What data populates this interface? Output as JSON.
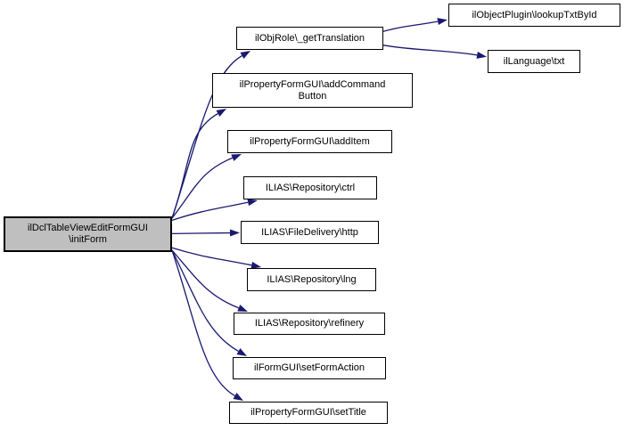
{
  "diagram": {
    "kind": "call-graph",
    "colors": {
      "edge": "#191970",
      "node_fill": "#ffffff",
      "focus_fill": "#bfbfbf",
      "border": "#000000",
      "text": "#000000",
      "background": "#ffffff"
    },
    "nodes": [
      {
        "id": "initForm",
        "lines": [
          "ilDclTableViewEditFormGUI",
          "\\initForm"
        ],
        "focus": true
      },
      {
        "id": "getTranslation",
        "lines": [
          "ilObjRole\\_getTranslation"
        ]
      },
      {
        "id": "addCommandButton",
        "lines": [
          "ilPropertyFormGUI\\addCommand",
          "Button"
        ]
      },
      {
        "id": "addItem",
        "lines": [
          "ilPropertyFormGUI\\addItem"
        ]
      },
      {
        "id": "ctrl",
        "lines": [
          "ILIAS\\Repository\\ctrl"
        ]
      },
      {
        "id": "http",
        "lines": [
          "ILIAS\\FileDelivery\\http"
        ]
      },
      {
        "id": "lng",
        "lines": [
          "ILIAS\\Repository\\lng"
        ]
      },
      {
        "id": "refinery",
        "lines": [
          "ILIAS\\Repository\\refinery"
        ]
      },
      {
        "id": "setFormAction",
        "lines": [
          "ilFormGUI\\setFormAction"
        ]
      },
      {
        "id": "setTitle",
        "lines": [
          "ilPropertyFormGUI\\setTitle"
        ]
      },
      {
        "id": "lookupTxtById",
        "lines": [
          "ilObjectPlugin\\lookupTxtById"
        ]
      },
      {
        "id": "txt",
        "lines": [
          "ilLanguage\\txt"
        ]
      }
    ],
    "edges": [
      [
        0,
        1
      ],
      [
        0,
        2
      ],
      [
        0,
        3
      ],
      [
        0,
        4
      ],
      [
        0,
        5
      ],
      [
        0,
        6
      ],
      [
        0,
        7
      ],
      [
        0,
        8
      ],
      [
        0,
        9
      ],
      [
        1,
        10
      ],
      [
        1,
        11
      ]
    ]
  }
}
